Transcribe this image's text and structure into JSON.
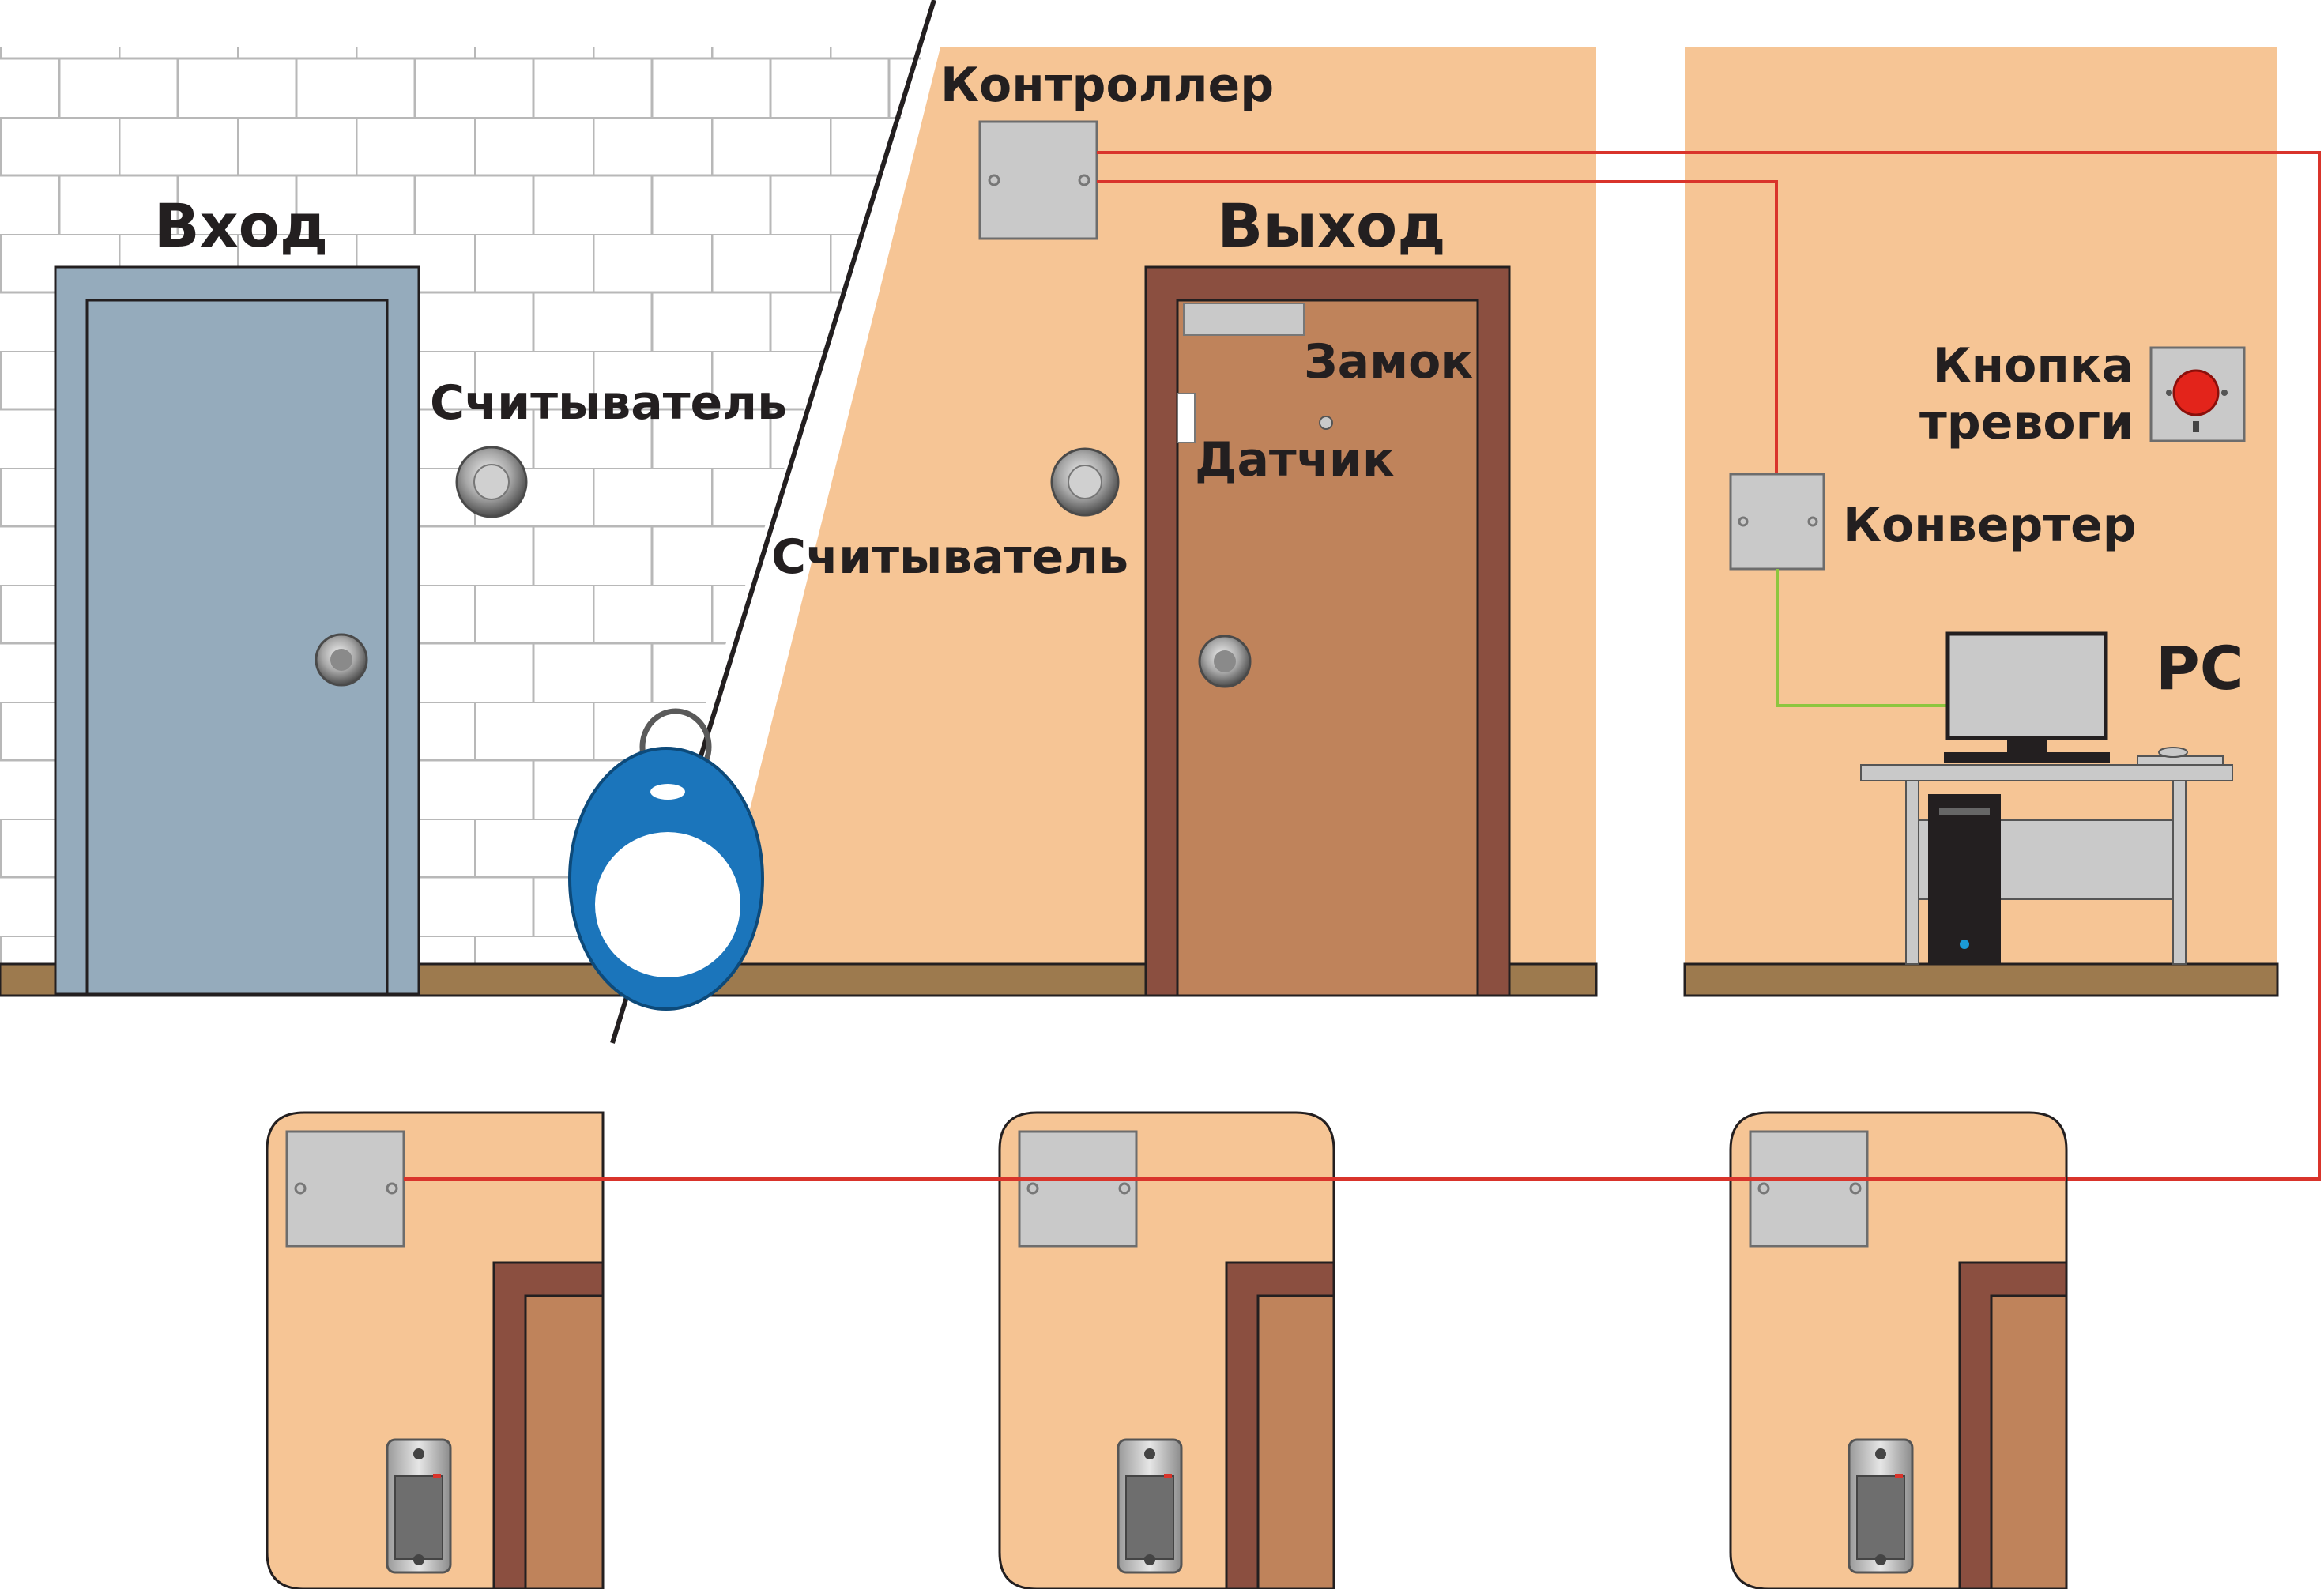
{
  "labels": {
    "entry": "Вход",
    "exit": "Выход",
    "controller": "Контроллер",
    "reader_left": "Считыватель",
    "reader_right": "Считыватель",
    "lock": "Замок",
    "sensor": "Датчик",
    "alarm_button_line1": "Кнопка",
    "alarm_button_line2": "тревоги",
    "converter": "Конвертер",
    "pc": "PC"
  },
  "colors": {
    "wall": "#f6c595",
    "brick_line": "#b8b8b8",
    "floor": "#9d7a4e",
    "entry_door": "#95abbc",
    "exit_door_frame": "#8b4f40",
    "exit_door": "#bf835b",
    "device_box": "#c9c9c9",
    "wire_red": "#d9342b",
    "wire_green": "#8dc63f",
    "keyfob": "#1b75bb",
    "alarm_red": "#e3241b"
  }
}
